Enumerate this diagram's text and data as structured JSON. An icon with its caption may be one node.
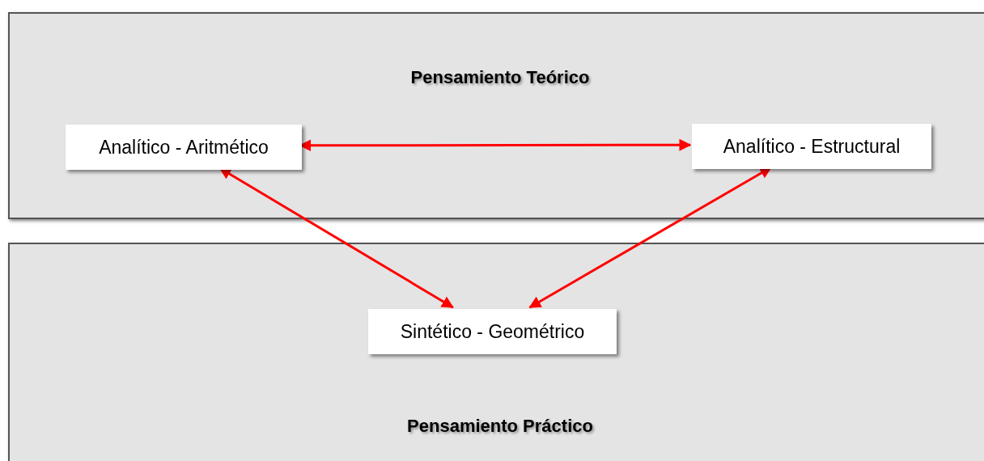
{
  "diagram": {
    "nodes": [
      {
        "text": [
          "Pensamiento Teórico"
        ]
      },
      {
        "text": [
          "Analítico - Aritmético"
        ],
        "in": 0
      },
      {
        "text": [
          "Analítico - Estructural"
        ],
        "in": 0
      },
      {
        "text": [
          "Pensamiento Práctico"
        ]
      },
      {
        "text": [
          "Sintético - Geométrico"
        ],
        "in": 3
      }
    ],
    "edges": [
      {
        "from": 1,
        "to": 2,
        "arrow": "both",
        "color": "#ff0000"
      },
      {
        "from": 1,
        "to": 4,
        "arrow": "both",
        "color": "#ff0000"
      },
      {
        "from": 2,
        "to": 4,
        "arrow": "both",
        "color": "#ff0000"
      }
    ]
  }
}
